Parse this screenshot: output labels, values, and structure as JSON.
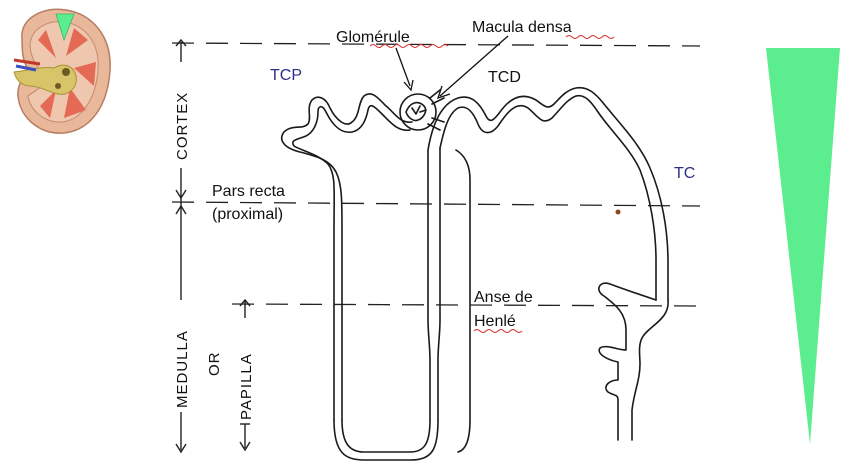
{
  "labels": {
    "glomerule": "Glomérule",
    "macula_densa": "Macula densa",
    "tcp": "TCP",
    "tcd": "TCD",
    "tc": "TC",
    "pars_recta_1": "Pars recta",
    "pars_recta_2": "(proximal)",
    "anse_1": "Anse de",
    "anse_2": "Henlé"
  },
  "axis": {
    "cortex": "CORTEX",
    "medulla": "MEDULLA",
    "or": "OR",
    "papilla": "PAPILLA"
  },
  "colors": {
    "wedge": "#5cee8e",
    "blue_label": "#2b2f86",
    "kidney_cortex": "#e9b79a",
    "kidney_pelvis": "#d8c56a",
    "kidney_pyramid": "#e46a55"
  },
  "icons": {
    "kidney": "kidney-cross-section-icon",
    "wedge": "gradient-wedge-icon"
  }
}
